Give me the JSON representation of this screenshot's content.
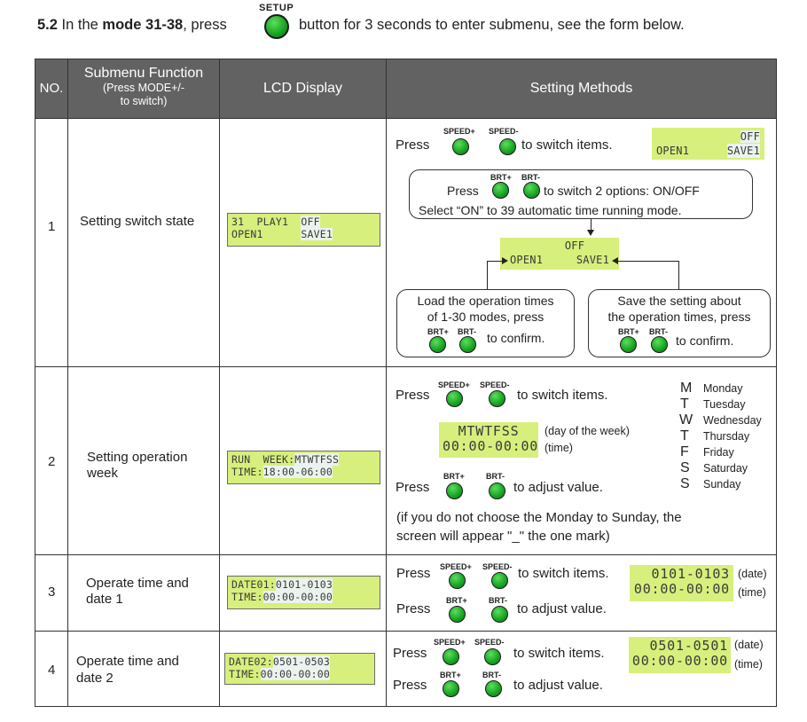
{
  "title": {
    "section": "5.2",
    "in_the": "In the",
    "mode": "mode 31-38",
    "press": ", press",
    "setup_label": "SETUP",
    "rest": "button for 3 seconds to enter submenu, see the form below."
  },
  "header": {
    "no": "NO.",
    "func_title": "Submenu Function",
    "func_sub1": "(Press MODE+/-",
    "func_sub2": "to switch)",
    "lcd": "LCD Display",
    "methods": "Setting Methods"
  },
  "labels": {
    "speed_plus": "SPEED+",
    "speed_minus": "SPEED-",
    "brt_plus": "BRT+",
    "brt_minus": "BRT-",
    "press": "Press",
    "to_switch_items": "to switch items.",
    "to_adjust_value": "to adjust value.",
    "to_confirm": "to confirm."
  },
  "rows": [
    {
      "no": "1",
      "function": "Setting switch state",
      "lcd_line1_a": "31  PLAY1  ",
      "lcd_line1_b": "OFF",
      "lcd_line2_a": "OPEN1      ",
      "lcd_line2_b": "SAVE1",
      "mini_lcd_l1": "OFF",
      "mini_lcd_l2a": "OPEN1",
      "mini_lcd_l2b": "SAVE1",
      "options_text": "to switch 2 options: ON/OFF",
      "select_text": "Select “ON” to 39 automatic time running mode.",
      "center_l1": "OFF",
      "center_l2a": "OPEN1",
      "center_l2b": "SAVE1",
      "load_l1": "Load the operation times",
      "load_l2": "of 1-30 modes, press",
      "save_l1": "Save the setting about",
      "save_l2": "the operation times, press"
    },
    {
      "no": "2",
      "function_l1": "Setting operation",
      "function_l2": "week",
      "lcd_l1a": "RUN  WEEK:",
      "lcd_l1b": "MTWTFSS",
      "lcd_l2a": "TIME:",
      "lcd_l2b": "18:00-06:00",
      "days": "MTWTFSS",
      "day_note": "(day of the week)",
      "time": "00:00-00:00",
      "time_note": "(time)",
      "note_l1": "(if you do not choose the Monday to Sunday, the",
      "note_l2": "screen will appear \"_\" the one mark)",
      "week_letters": [
        "M",
        "T",
        "W",
        "T",
        "F",
        "S",
        "S"
      ],
      "week_names": [
        "Monday",
        "Tuesday",
        "Wednesday",
        "Thursday",
        "Friday",
        "Saturday",
        "Sunday"
      ]
    },
    {
      "no": "3",
      "function_l1": "Operate time and",
      "function_l2": "date 1",
      "lcd_l1a": "DATE01:",
      "lcd_l1b": "0101-0103",
      "lcd_l2a": "TIME:",
      "lcd_l2b": "00:00-00:00",
      "date": "0101-0103",
      "date_note": "(date)",
      "time": "00:00-00:00",
      "time_note": "(time)"
    },
    {
      "no": "4",
      "function_l1": "Operate time and",
      "function_l2": "date 2",
      "lcd_l1a": "DATE02:",
      "lcd_l1b": "0501-0503",
      "lcd_l2a": "TIME:",
      "lcd_l2b": "00:00-00:00",
      "date": "0501-0501",
      "date_note": "(date)",
      "time": "00:00-00:00",
      "time_note": "(time)"
    }
  ],
  "colors": {
    "header_bg": "#626262",
    "lcd_bg": "#d7ef7c",
    "button_green": "#19a824"
  }
}
